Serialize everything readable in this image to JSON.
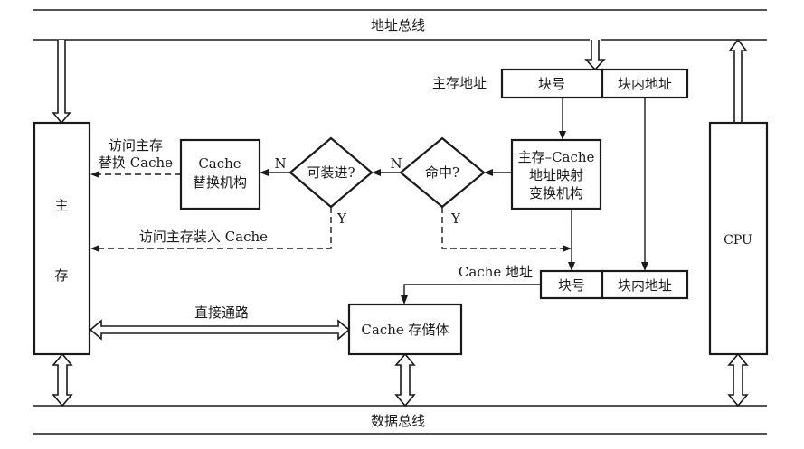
{
  "title": "Cache 工作原理示意图",
  "buses": {
    "address_bus": "地址总线",
    "data_bus": "数据总线"
  },
  "main_memory": {
    "label_top": "主",
    "label_bottom": "存"
  },
  "cpu": {
    "label": "CPU"
  },
  "main_memory_address": {
    "label": "主存地址",
    "fields": [
      "块号",
      "块内地址"
    ]
  },
  "cache_address": {
    "label": "Cache 地址",
    "fields": [
      "块号",
      "块内地址"
    ]
  },
  "mapping_unit": {
    "lines": [
      "主存–Cache",
      "地址映射",
      "变换机构"
    ]
  },
  "hit_decision": {
    "label": "命中?",
    "no": "N",
    "yes": "Y"
  },
  "loadable_decision": {
    "label": "可装进?",
    "no": "N",
    "yes": "Y"
  },
  "replacement_unit": {
    "lines": [
      "Cache",
      "替换机构"
    ]
  },
  "cache_storage": {
    "label": "Cache 存储体"
  },
  "paths": {
    "access_replace": [
      "访问主存",
      "替换 Cache"
    ],
    "access_load": "访问主存装入 Cache",
    "direct_path": "直接通路"
  }
}
